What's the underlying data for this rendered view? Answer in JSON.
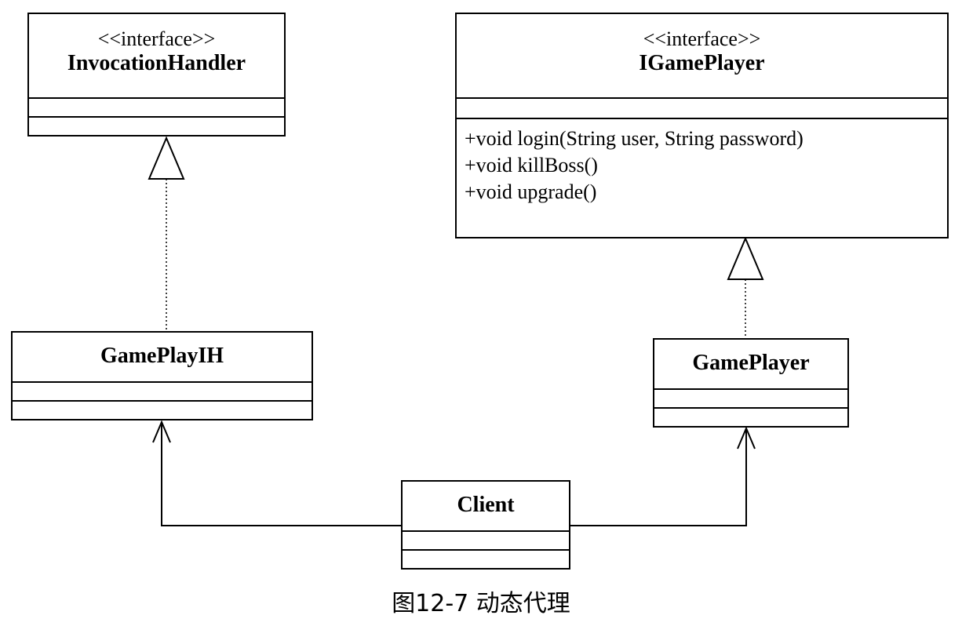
{
  "classes": {
    "invocation_handler": {
      "stereotype": "<<interface>>",
      "name": "InvocationHandler"
    },
    "igame_player": {
      "stereotype": "<<interface>>",
      "name": "IGamePlayer",
      "operations": [
        "+void login(String user, String password)",
        "+void killBoss()",
        "+void upgrade()"
      ]
    },
    "game_play_ih": {
      "name": "GamePlayIH"
    },
    "game_player": {
      "name": "GamePlayer"
    },
    "client": {
      "name": "Client"
    }
  },
  "caption": "图12-7 动态代理"
}
